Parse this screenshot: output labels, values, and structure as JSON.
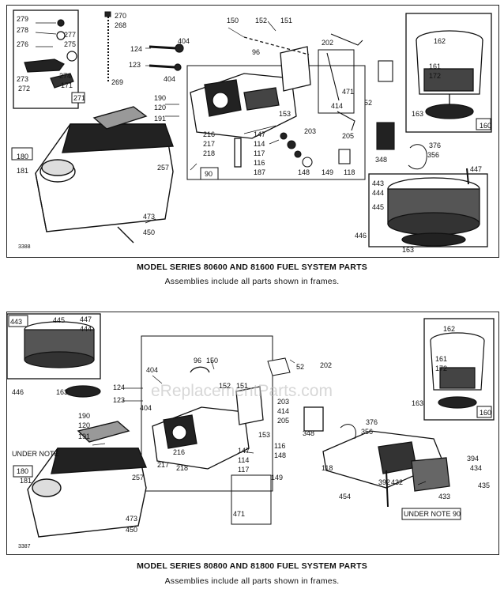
{
  "diagrams": [
    {
      "drawing_number": "3388",
      "title": "MODEL SERIES 80600 AND 81600 FUEL SYSTEM PARTS",
      "subtitle": "Assemblies include all parts shown in frames.",
      "labels": [
        "279",
        "278",
        "276",
        "277",
        "275",
        "273",
        "274",
        "272",
        "171",
        "271",
        "270",
        "268",
        "269",
        "124",
        "123",
        "404",
        "404",
        "190",
        "120",
        "191",
        "150",
        "152",
        "151",
        "96",
        "202",
        "471",
        "52",
        "153",
        "216",
        "217",
        "218",
        "147",
        "114",
        "117",
        "116",
        "187",
        "148",
        "149",
        "118",
        "203",
        "414",
        "205",
        "348",
        "257",
        "90",
        "180",
        "181",
        "473",
        "450",
        "3388",
        "162",
        "161",
        "172",
        "163",
        "160",
        "376",
        "356",
        "447",
        "443",
        "444",
        "445",
        "446",
        "163"
      ]
    },
    {
      "drawing_number": "3387",
      "title": "MODEL SERIES 80800 AND 81800 FUEL SYSTEM PARTS",
      "subtitle": "Assemblies include all parts shown in frames.",
      "labels": [
        "443",
        "445",
        "447",
        "444",
        "446",
        "163",
        "124",
        "123",
        "404",
        "404",
        "96",
        "150",
        "152",
        "151",
        "52",
        "202",
        "203",
        "414",
        "205",
        "190",
        "120",
        "191",
        "UNDER NOTE",
        "180",
        "181",
        "257",
        "216",
        "217",
        "218",
        "153",
        "147",
        "114",
        "117",
        "116",
        "148",
        "149",
        "118",
        "348",
        "376",
        "356",
        "471",
        "162",
        "161",
        "172",
        "163",
        "160",
        "394",
        "434",
        "435",
        "433",
        "392",
        "432",
        "454",
        "UNDER NOTE 90",
        "473",
        "450",
        "3387"
      ]
    }
  ],
  "watermark": "eReplacementParts.com"
}
